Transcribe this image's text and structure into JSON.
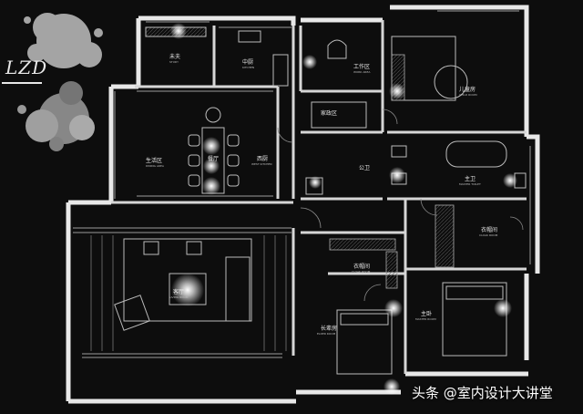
{
  "logo": {
    "text": "LZD"
  },
  "rooms": [
    {
      "id": "balcony-top",
      "name": "未夫",
      "sub": "STUDY"
    },
    {
      "id": "kitchen",
      "name": "中厨",
      "sub": "KITCHEN"
    },
    {
      "id": "workroom",
      "name": "工作区",
      "sub": "WORK AREA"
    },
    {
      "id": "master-bed-top",
      "name": "儿童房",
      "sub": "CHILD ROOM"
    },
    {
      "id": "laundry",
      "name": "家政区",
      "sub": ""
    },
    {
      "id": "dining-balcony",
      "name": "生活区",
      "sub": "DINING AREA"
    },
    {
      "id": "dining",
      "name": "餐厅",
      "sub": ""
    },
    {
      "id": "west-kitchen",
      "name": "西厨",
      "sub": "WEST KITCHEN"
    },
    {
      "id": "public-bath",
      "name": "公卫",
      "sub": ""
    },
    {
      "id": "master-bath",
      "name": "主卫",
      "sub": "MASTER TOILET"
    },
    {
      "id": "cloakroom-right",
      "name": "衣帽间",
      "sub": "CLOAK ROOM"
    },
    {
      "id": "cloakroom-mid",
      "name": "衣帽间",
      "sub": "CLOAK ROOM"
    },
    {
      "id": "living",
      "name": "客厅",
      "sub": "LIVING ROOM"
    },
    {
      "id": "master-bed",
      "name": "主卧",
      "sub": "MASTER ROOM"
    },
    {
      "id": "elder-bed",
      "name": "长辈房",
      "sub": "ELDER ROOM"
    }
  ],
  "watermark": {
    "text": "头条 @室内设计大讲堂"
  },
  "colors": {
    "background": "#0d0d0d",
    "wall": "#e8e8e8",
    "line": "#9a9a9a",
    "light": "#ffffff"
  }
}
